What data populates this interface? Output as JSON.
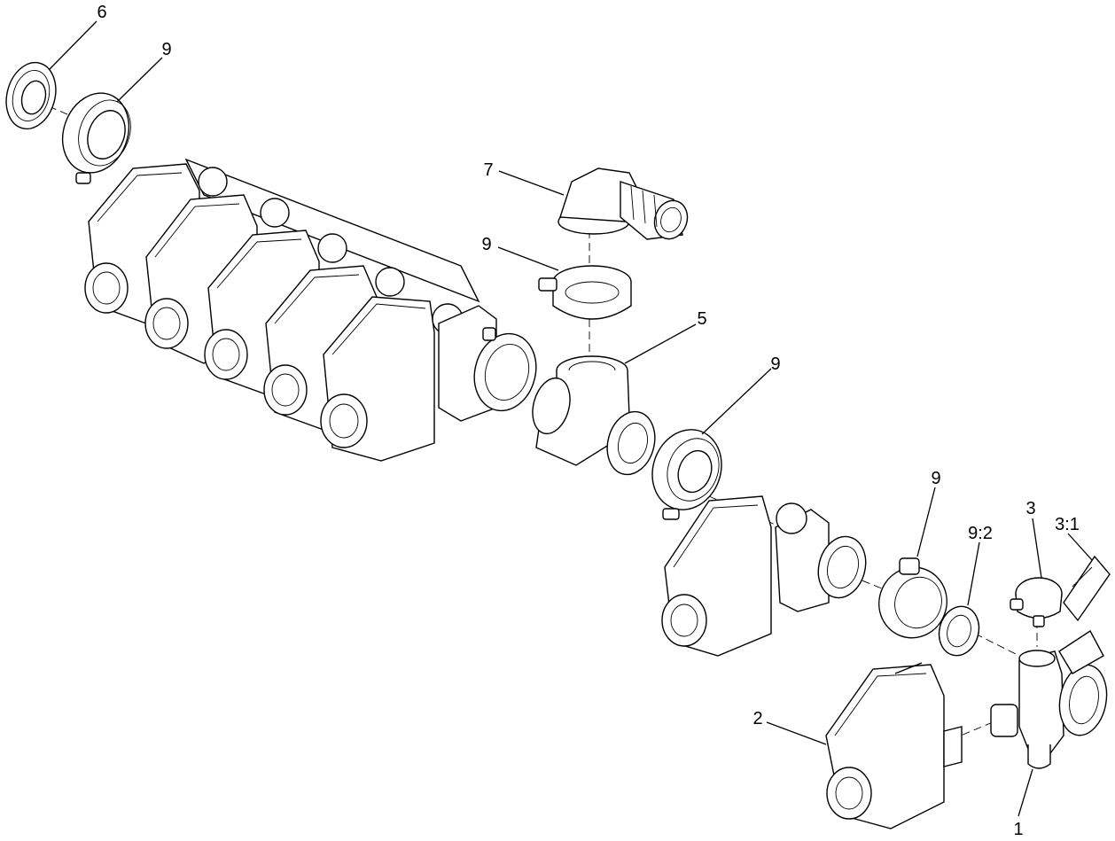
{
  "diagram": {
    "callouts": [
      {
        "id": "c6",
        "text": "6"
      },
      {
        "id": "c9a",
        "text": "9"
      },
      {
        "id": "c7",
        "text": "7"
      },
      {
        "id": "c9b",
        "text": "9"
      },
      {
        "id": "c5",
        "text": "5"
      },
      {
        "id": "c9c",
        "text": "9"
      },
      {
        "id": "c9d",
        "text": "9"
      },
      {
        "id": "c92",
        "text": "9:2"
      },
      {
        "id": "c3",
        "text": "3"
      },
      {
        "id": "c31",
        "text": "3:1"
      },
      {
        "id": "c2",
        "text": "2"
      },
      {
        "id": "c1",
        "text": "1"
      }
    ]
  }
}
